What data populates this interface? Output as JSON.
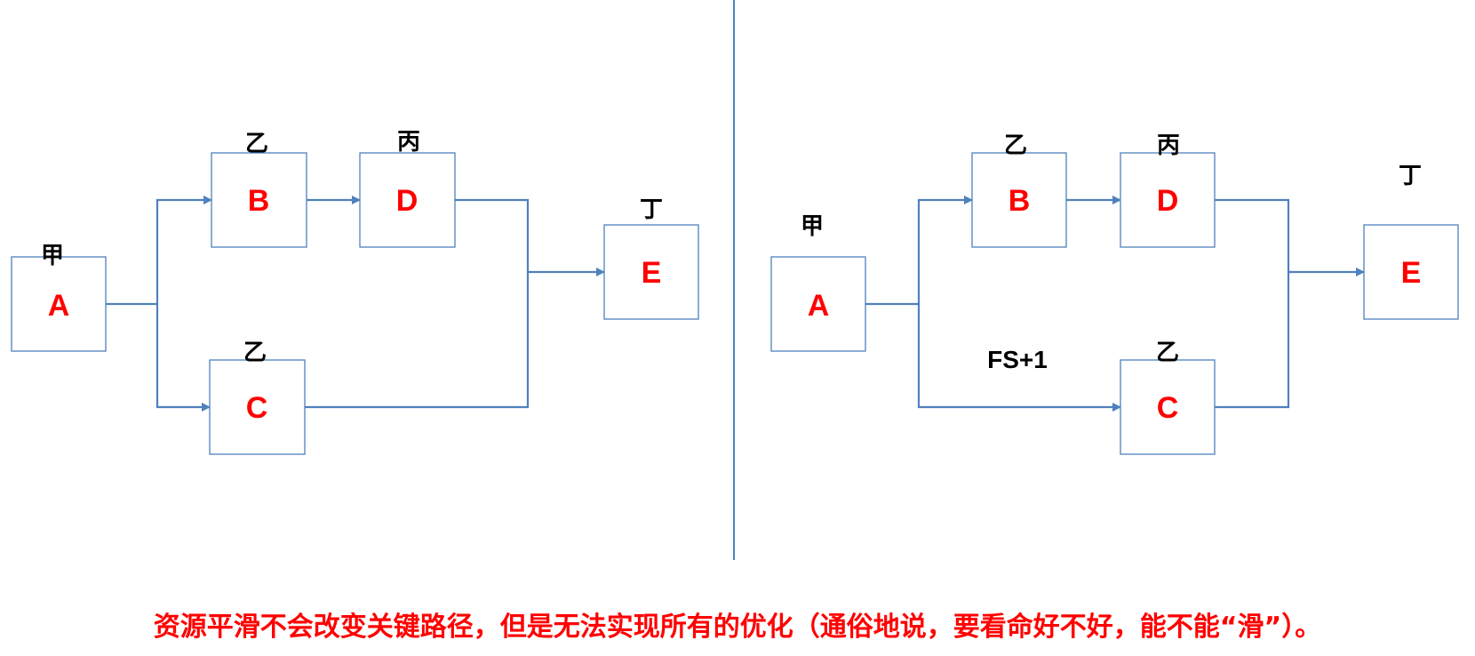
{
  "left_diagram": {
    "nodes": {
      "A": {
        "letter": "A",
        "resource": "甲"
      },
      "B": {
        "letter": "B",
        "resource": "乙"
      },
      "C": {
        "letter": "C",
        "resource": "乙"
      },
      "D": {
        "letter": "D",
        "resource": "丙"
      },
      "E": {
        "letter": "E",
        "resource": "丁"
      }
    }
  },
  "right_diagram": {
    "nodes": {
      "A": {
        "letter": "A",
        "resource": "甲"
      },
      "B": {
        "letter": "B",
        "resource": "乙"
      },
      "C": {
        "letter": "C",
        "resource": "乙"
      },
      "D": {
        "letter": "D",
        "resource": "丙"
      },
      "E": {
        "letter": "E",
        "resource": "丁"
      }
    },
    "lag_label": "FS+1"
  },
  "caption": "资源平滑不会改变关键路径，但是无法实现所有的优化（通俗地说，要看命好不好，能不能“滑”）。",
  "colors": {
    "box_stroke": "#4f81bd",
    "node_letter": "#ff0000",
    "caption": "#ff0000",
    "resource_label": "#000000"
  }
}
